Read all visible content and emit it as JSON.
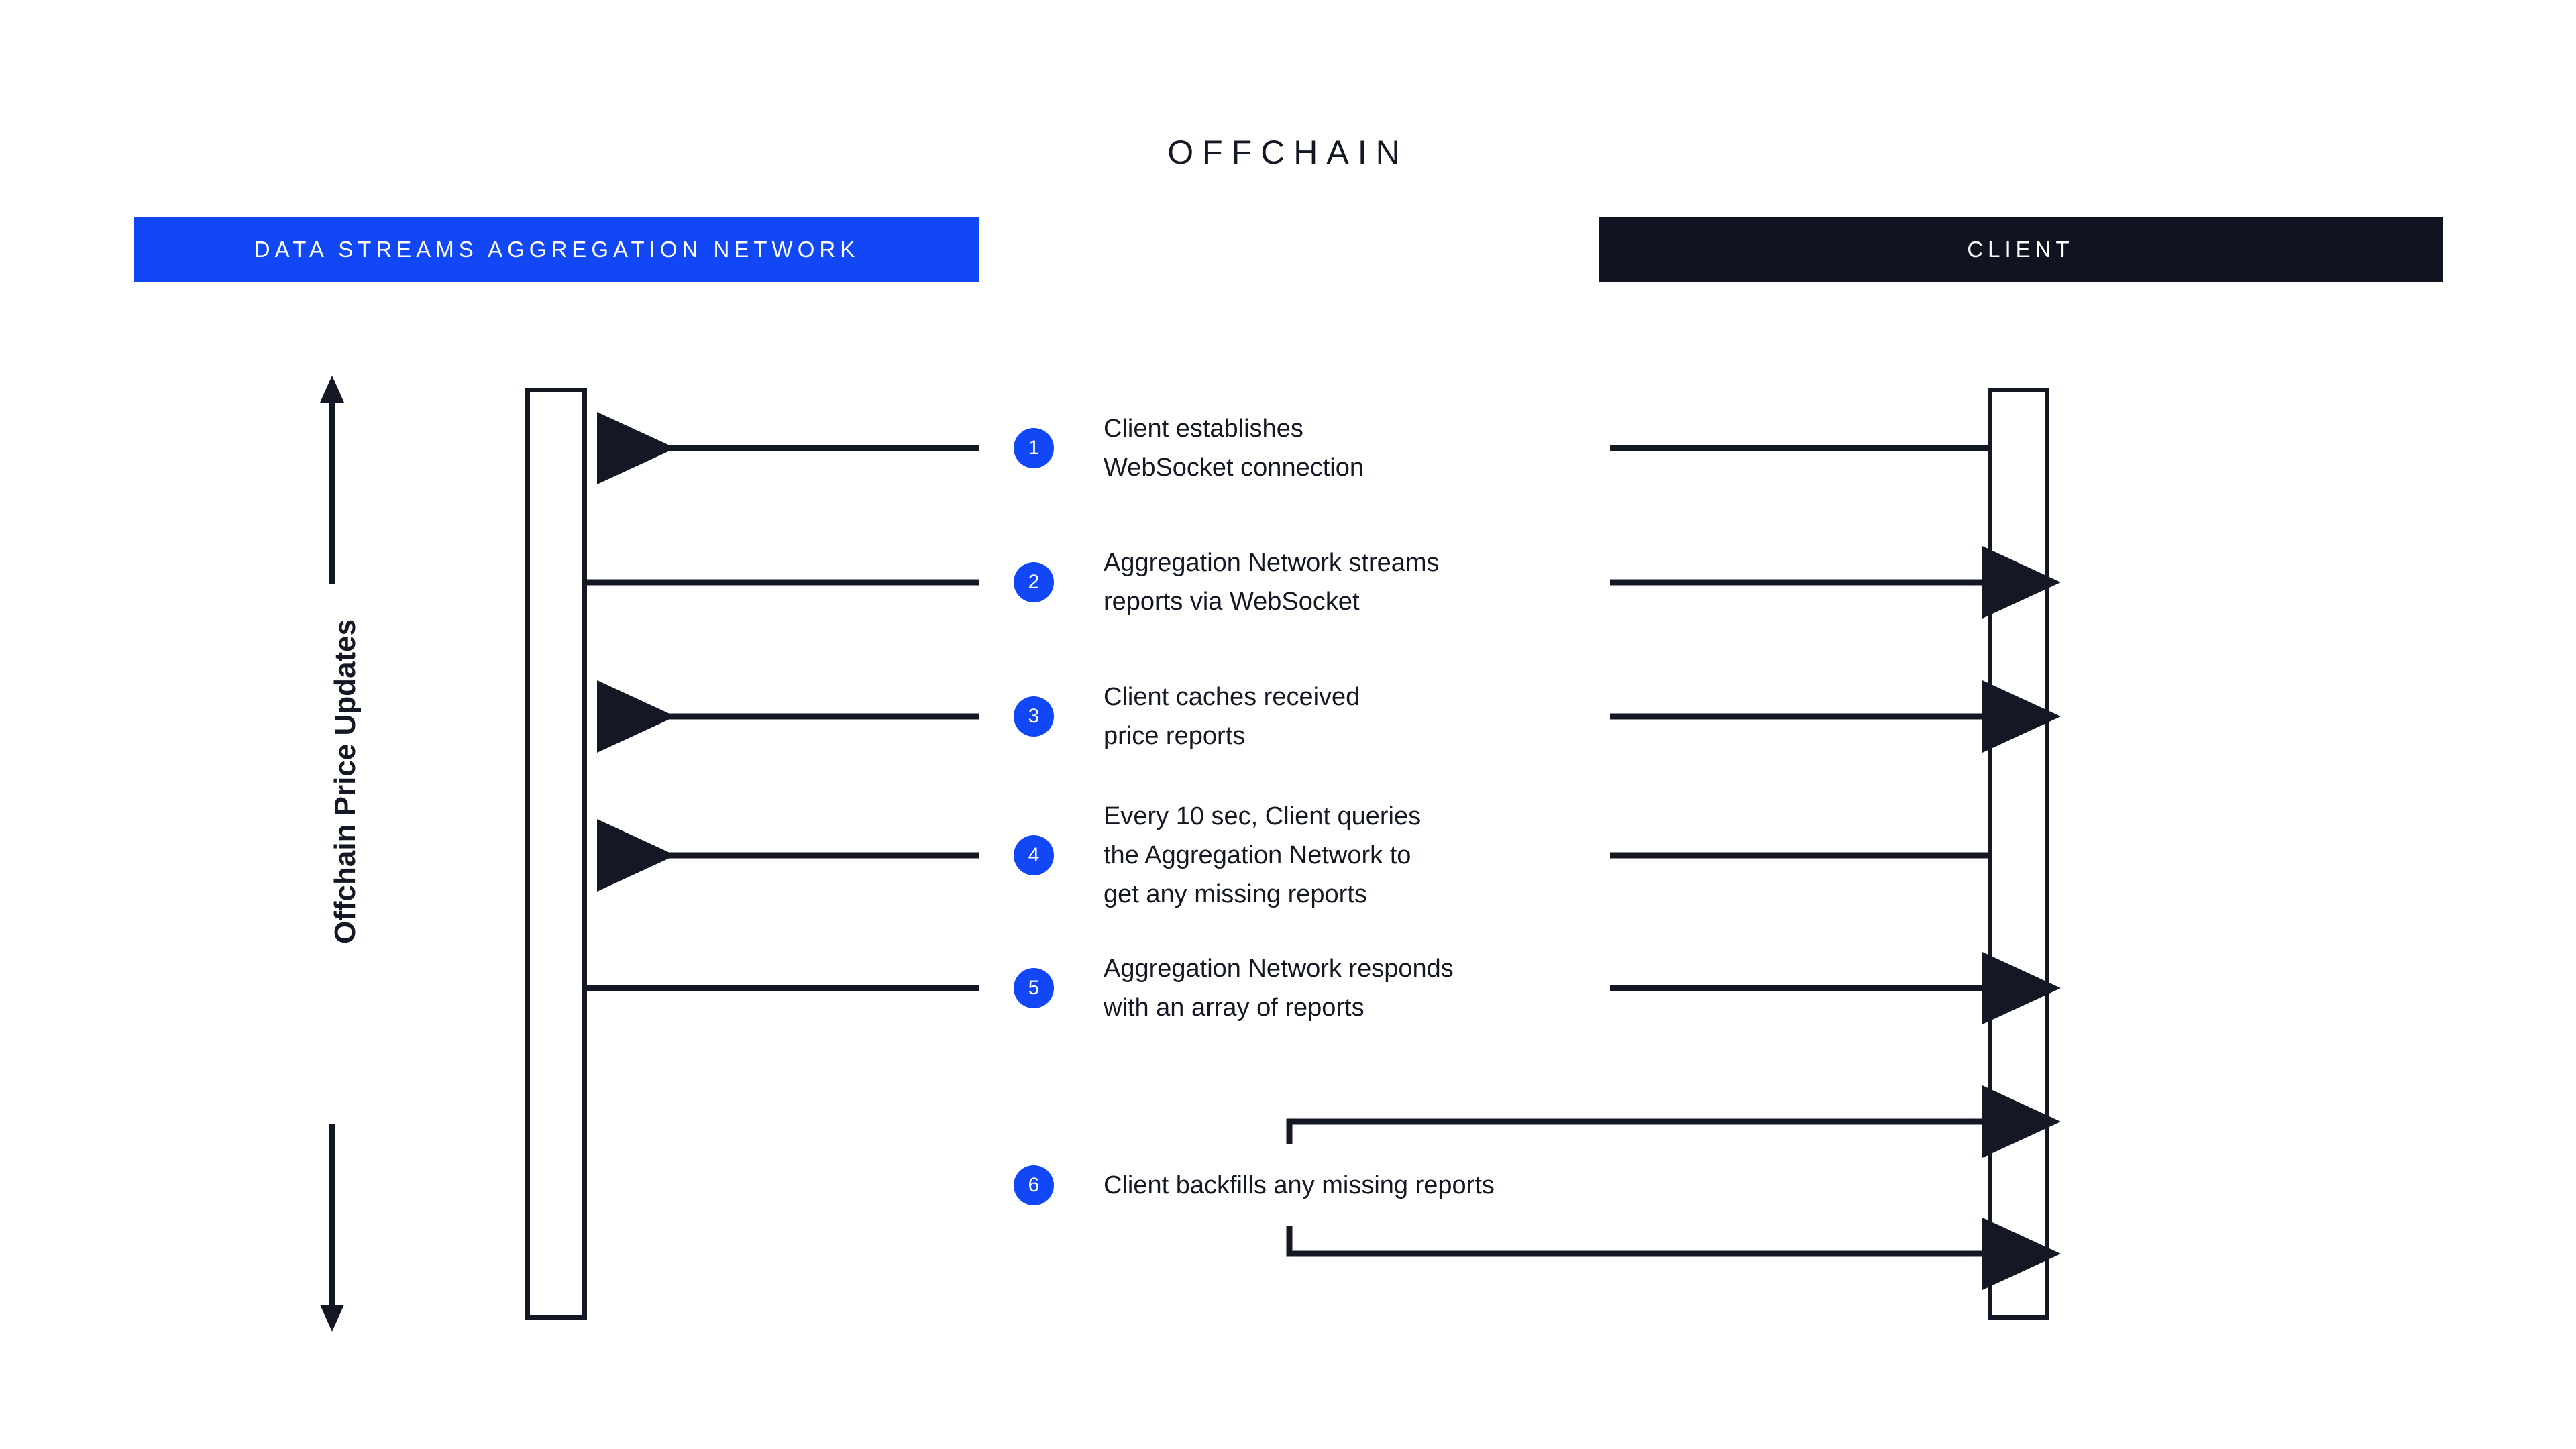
{
  "diagram": {
    "title": "OFFCHAIN",
    "axis_label": "Offchain Price Updates",
    "axis_arrow_up": "arrow-up",
    "axis_arrow_down": "arrow-down",
    "colors": {
      "accent_blue": "#1147F5",
      "dark_navy": "#0F1420",
      "line": "#141824",
      "background": "#FFFFFF",
      "badge_text": "#FFFFFF"
    },
    "actors": [
      {
        "id": "aggregation-network",
        "label": "DATA STREAMS AGGREGATION NETWORK",
        "bar_color": "#1147F5"
      },
      {
        "id": "client",
        "label": "CLIENT",
        "bar_color": "#0F1420"
      }
    ],
    "steps": [
      {
        "number": "1",
        "text": "Client establishes\nWebSocket connection",
        "left_arrow": "arrow-left",
        "right_arrow": "none",
        "style": "straight"
      },
      {
        "number": "2",
        "text": "Aggregation Network streams\nreports via WebSocket",
        "left_arrow": "none",
        "right_arrow": "arrow-right",
        "style": "straight"
      },
      {
        "number": "3",
        "text": "Client caches received\nprice reports",
        "left_arrow": "arrow-left",
        "right_arrow": "arrow-right",
        "style": "straight"
      },
      {
        "number": "4",
        "text": "Every 10 sec, Client queries\nthe Aggregation Network to\nget any missing reports",
        "left_arrow": "arrow-left",
        "right_arrow": "none",
        "style": "straight"
      },
      {
        "number": "5",
        "text": "Aggregation Network responds\nwith an array of reports",
        "left_arrow": "none",
        "right_arrow": "arrow-right",
        "style": "straight"
      },
      {
        "number": "6",
        "text": "Client backfills any missing reports",
        "left_arrow": "none",
        "right_arrow": "arrow-right",
        "style": "elbow-pair"
      }
    ]
  }
}
